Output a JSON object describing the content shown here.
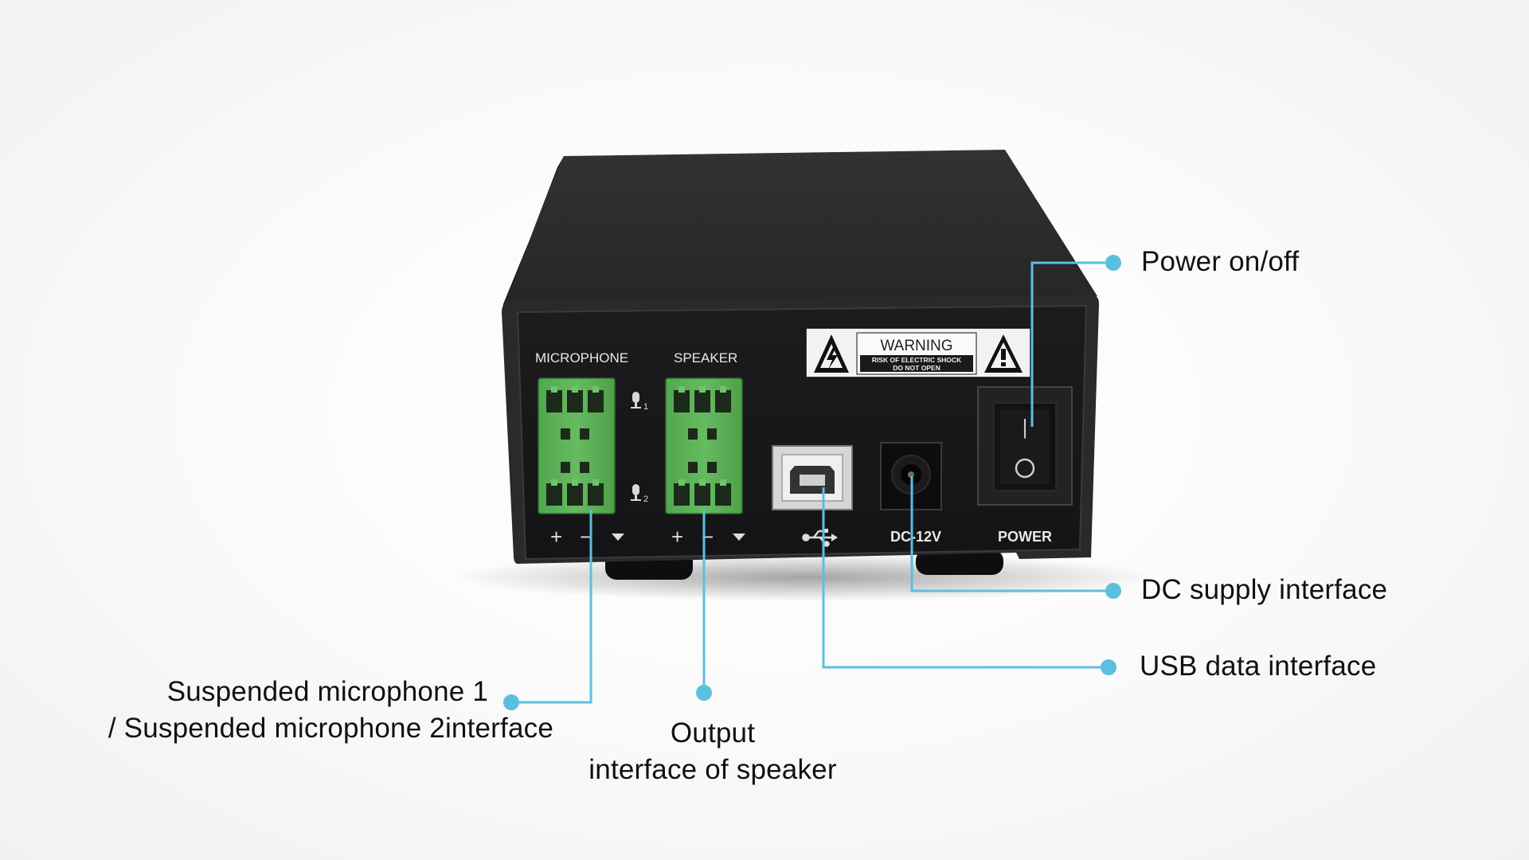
{
  "device": {
    "section_microphone": "MICROPHONE",
    "section_speaker": "SPEAKER",
    "warning_title": "WARNING",
    "warning_line1": "RISK OF ELECTRIC SHOCK",
    "warning_line2": "DO NOT OPEN",
    "label_dc": "DC-12V",
    "label_power": "POWER",
    "mic_index_1": "1",
    "mic_index_2": "2",
    "terminal_plus": "+",
    "terminal_minus": "−",
    "switch_on_mark": "|",
    "switch_off_mark": "O"
  },
  "callouts": {
    "power": "Power on/off",
    "dc": "DC supply interface",
    "usb": "USB data interface",
    "mic_line1": "Suspended microphone 1",
    "mic_line2": "/ Suspended microphone 2interface",
    "speaker_line1": "Output",
    "speaker_line2": "interface of speaker"
  },
  "colors": {
    "accent": "#5bc0dd",
    "terminal_green": "#5fb35a",
    "housing": "#1f1f21",
    "panel": "#19191b",
    "label_text": "#e8e8e8"
  }
}
